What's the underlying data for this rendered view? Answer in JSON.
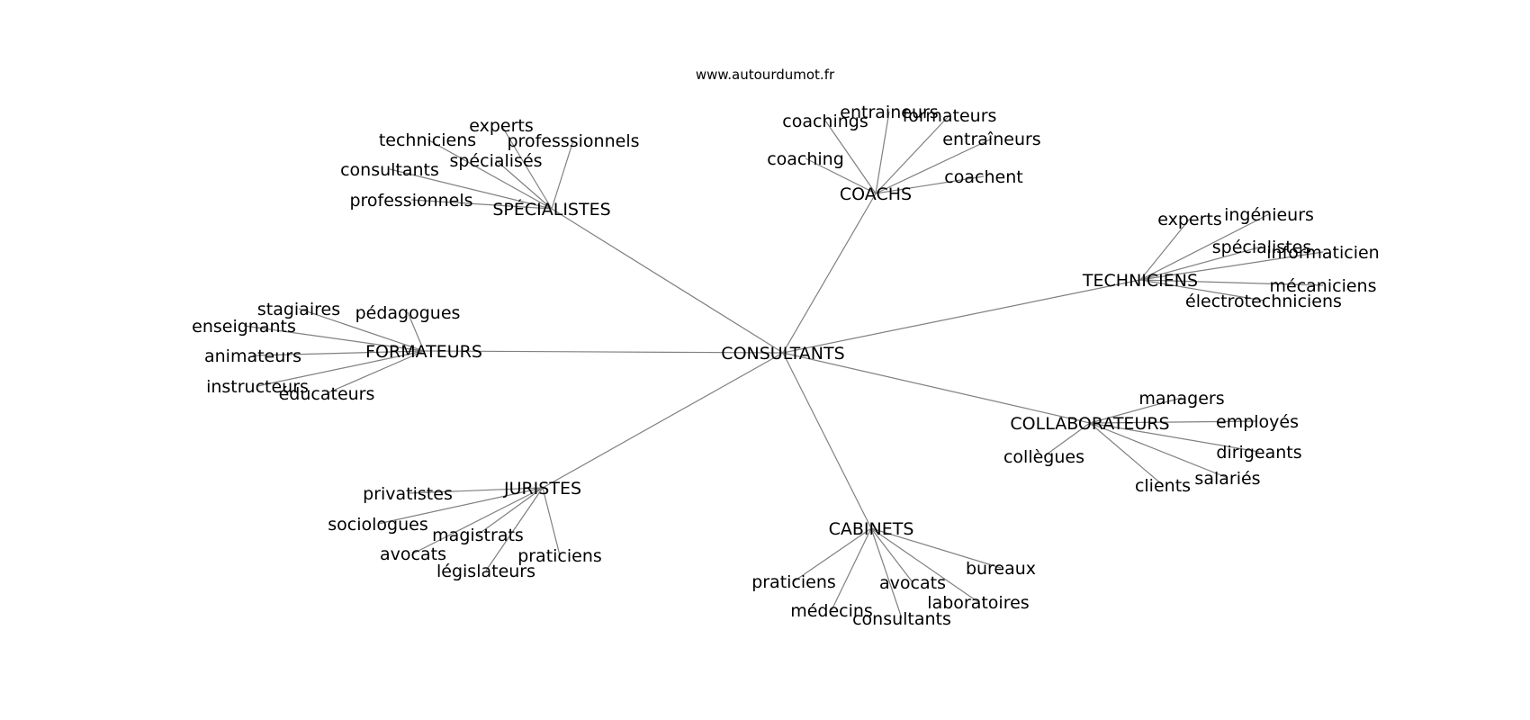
{
  "site": "www.autourdumot.fr",
  "center": "CONSULTANTS",
  "clusters": [
    {
      "hub": "SPÉCIALISTES",
      "leaves": [
        "techniciens",
        "experts",
        "professsionnels",
        "spécialisés",
        "consultants",
        "professionnels"
      ]
    },
    {
      "hub": "COACHS",
      "leaves": [
        "coachings",
        "entraineurs",
        "formateurs",
        "entraîneurs",
        "coaching",
        "coachent"
      ]
    },
    {
      "hub": "TECHNICIENS",
      "leaves": [
        "experts",
        "ingénieurs",
        "spécialistes",
        "informaticien",
        "mécaniciens",
        "électrotechniciens"
      ]
    },
    {
      "hub": "FORMATEURS",
      "leaves": [
        "stagiaires",
        "pédagogues",
        "enseignants",
        "animateurs",
        "instructeurs",
        "éducateurs"
      ]
    },
    {
      "hub": "COLLABORATEURS",
      "leaves": [
        "managers",
        "employés",
        "collègues",
        "dirigeants",
        "salariés",
        "clients"
      ]
    },
    {
      "hub": "JURISTES",
      "leaves": [
        "privatistes",
        "sociologues",
        "magistrats",
        "avocats",
        "praticiens",
        "législateurs"
      ]
    },
    {
      "hub": "CABINETS",
      "leaves": [
        "bureaux",
        "praticiens",
        "avocats",
        "laboratoires",
        "médecins",
        "consultants"
      ]
    }
  ]
}
